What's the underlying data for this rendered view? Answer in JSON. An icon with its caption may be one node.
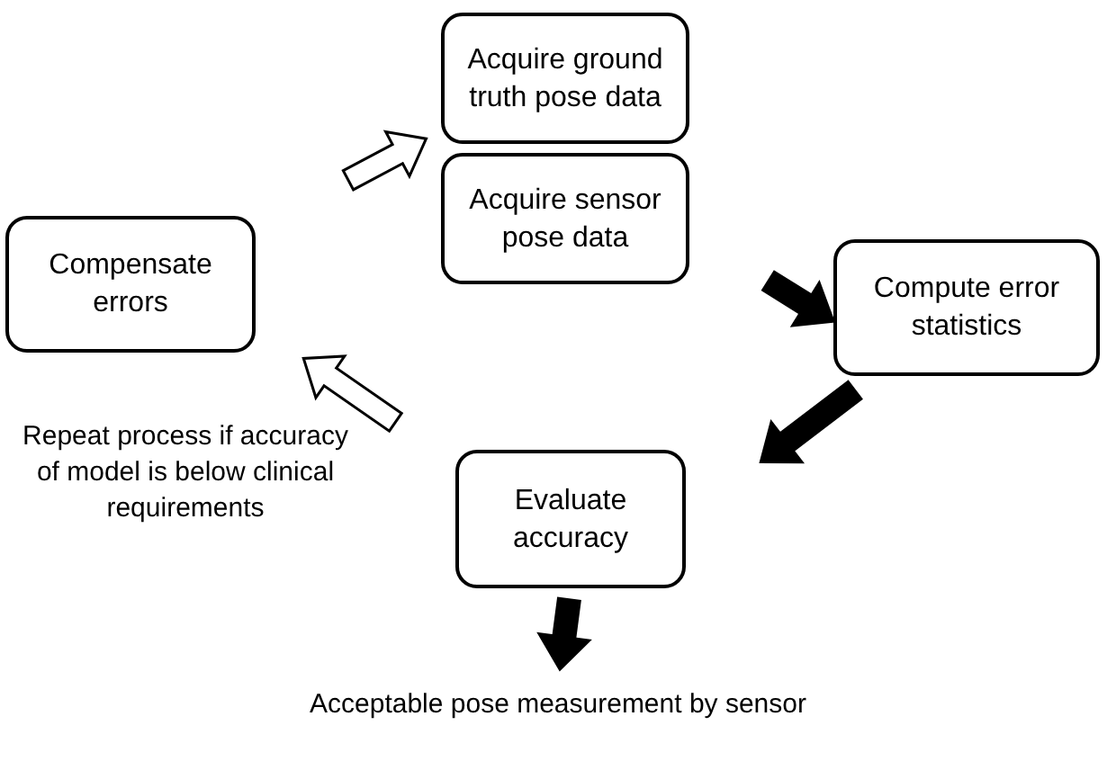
{
  "diagram": {
    "nodes": [
      {
        "text": [
          "Acquire ground truth pose data"
        ]
      },
      {
        "text": [
          "Acquire sensor pose data"
        ]
      },
      {
        "text": [
          "Compute error statistics"
        ]
      },
      {
        "text": [
          "Evaluate accuracy"
        ]
      },
      {
        "text": [
          "Compensate errors"
        ]
      },
      {
        "text": [
          "Acceptable pose measurement by sensor"
        ]
      }
    ],
    "edges": [
      {
        "from": 4,
        "to": 0,
        "arrow": "to",
        "color": "#ffffff"
      },
      {
        "from": 1,
        "to": 2,
        "arrow": "to"
      },
      {
        "from": 2,
        "to": 3,
        "arrow": "to"
      },
      {
        "from": 3,
        "to": 4,
        "arrow": "to",
        "color": "#ffffff"
      },
      {
        "from": 3,
        "to": 5,
        "arrow": "to"
      }
    ],
    "labels": [
      "Repeat process if accuracy of model is below clinical requirements"
    ]
  }
}
